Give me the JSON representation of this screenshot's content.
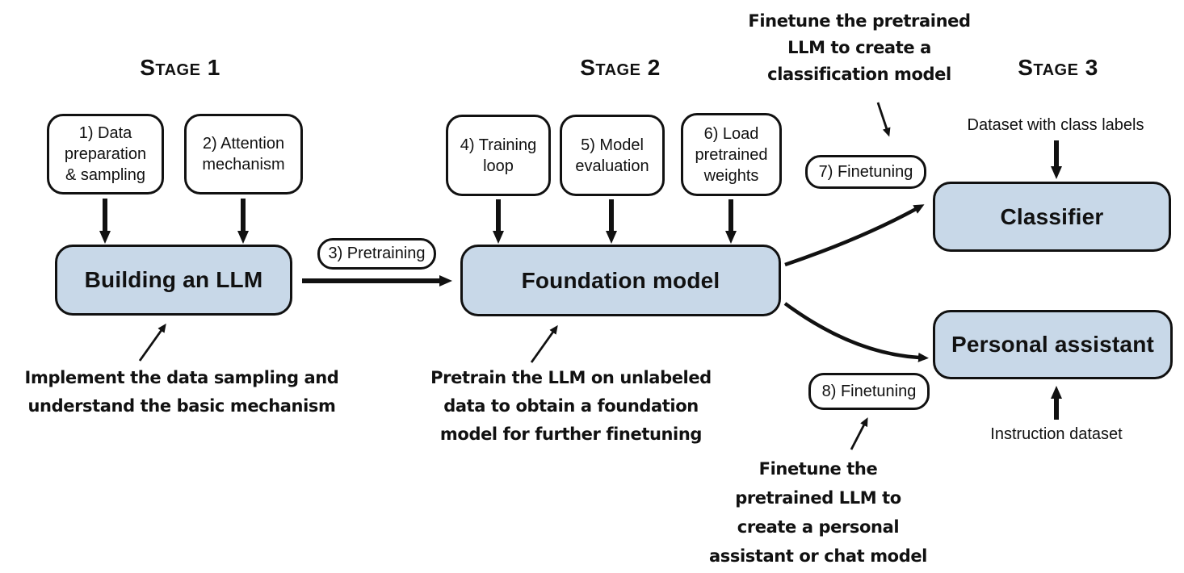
{
  "stage1": {
    "title": "Stage 1",
    "box1": "1) Data\npreparation\n& sampling",
    "box2": "2) Attention\nmechanism",
    "main_box": "Building an LLM",
    "pretraining_pill": "3) Pretraining",
    "annotation": "Implement the data sampling and\nunderstand the basic mechanism"
  },
  "stage2": {
    "title": "Stage 2",
    "box4": "4) Training\nloop",
    "box5": "5) Model\nevaluation",
    "box6": "6) Load\npretrained\nweights",
    "main_box": "Foundation model",
    "annotation": "Pretrain the LLM on unlabeled\ndata to obtain a foundation\nmodel for further finetuning"
  },
  "stage3": {
    "title": "Stage 3",
    "finetuning7_pill": "7) Finetuning",
    "finetuning8_pill": "8) Finetuning",
    "classifier_box": "Classifier",
    "assistant_box": "Personal assistant",
    "dataset_label": "Dataset with class labels",
    "instruction_label": "Instruction dataset",
    "annotation_classification": "Finetune the pretrained\nLLM to create a\nclassification model",
    "annotation_assistant": "Finetune the\npretrained LLM to\ncreate a personal\nassistant or chat model"
  },
  "colors": {
    "box_fill": "#c8d8e8",
    "outline": "#111111",
    "background": "#ffffff"
  }
}
